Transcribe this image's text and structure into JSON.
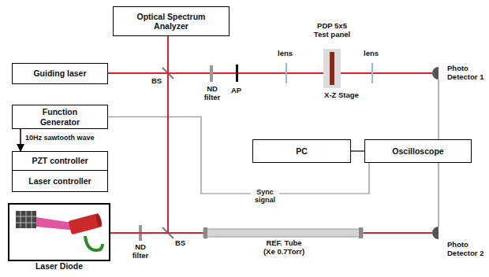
{
  "diagram": {
    "nodes": [
      {
        "text": [
          "Optical Spectrum Analyzer"
        ]
      },
      {
        "text": [
          "Guiding laser"
        ]
      },
      {
        "text": [
          "Function Generator"
        ]
      },
      {
        "text": [
          "PZT controller"
        ]
      },
      {
        "text": [
          "Laser controller"
        ]
      },
      {
        "text": [
          "Laser Diode"
        ]
      },
      {
        "text": [
          "PC"
        ]
      },
      {
        "text": [
          "Oscilloscope"
        ]
      }
    ],
    "edges": [
      {
        "from": 2,
        "to": 3,
        "label": "10Hz sawtooth wave",
        "arrow": "to"
      },
      {
        "from": 2,
        "to": 7,
        "label": "Sync signal",
        "arrow": "none"
      },
      {
        "from": 6,
        "to": 7,
        "arrow": "none"
      },
      {
        "from": 5,
        "to": 0,
        "arrow": "none"
      }
    ],
    "labels": [
      "BS",
      "ND filter",
      "AP",
      "lens",
      "PDP 5x5 Test panel",
      "lens",
      "X-Z Stage",
      "Photo Detector 1",
      "ND filter",
      "BS",
      "REF. Tube (Xe 0.7Torr)",
      "Photo Detector 2"
    ]
  }
}
